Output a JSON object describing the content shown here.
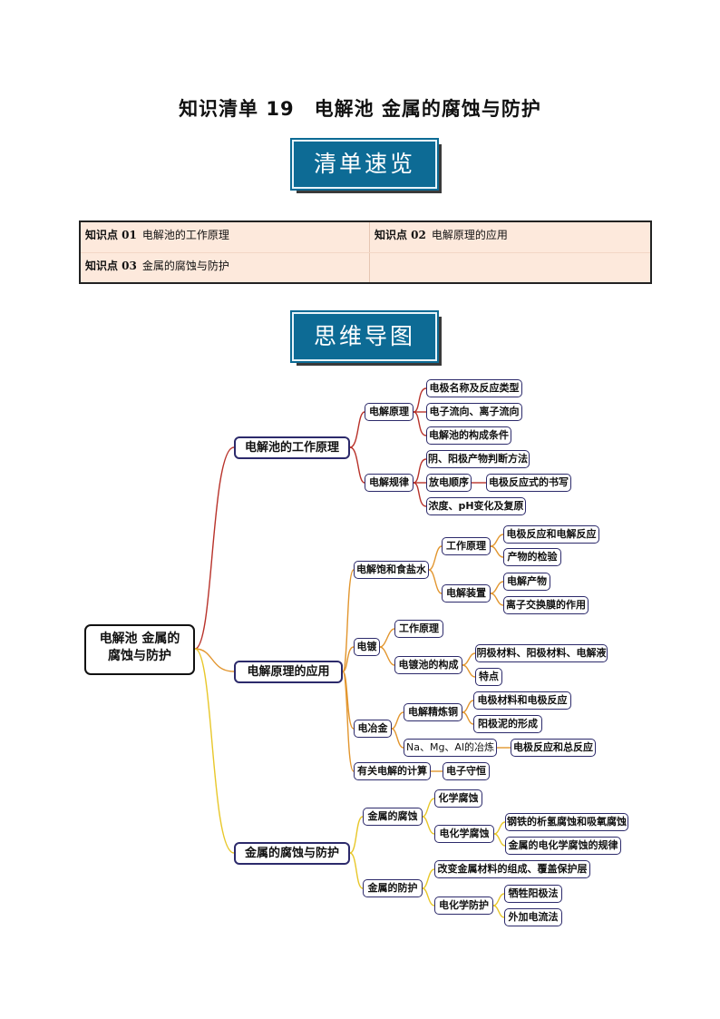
{
  "title": "知识清单 19　电解池  金属的腐蚀与防护",
  "banner_overview": "清单速览",
  "banner_mindmap": "思维导图",
  "knowledge_points": [
    {
      "num": "知识点 01",
      "label": "电解池的工作原理"
    },
    {
      "num": "知识点 02",
      "label": "电解原理的应用"
    },
    {
      "num": "知识点 03",
      "label": "金属的腐蚀与防护"
    }
  ],
  "mindmap": {
    "root_line1": "电解池 金属的",
    "root_line2": "腐蚀与防护",
    "b1": "电解池的工作原理",
    "b1_1": "电解原理",
    "b1_1_1": "电极名称及反应类型",
    "b1_1_2": "电子流向、离子流向",
    "b1_1_3": "电解池的构成条件",
    "b1_2": "电解规律",
    "b1_2_1": "阴、阳极产物判断方法",
    "b1_2_2": "放电顺序",
    "b1_2_2_1": "电极反应式的书写",
    "b1_2_3": "浓度、pH变化及复原",
    "b2": "电解原理的应用",
    "b2_1": "电解饱和食盐水",
    "b2_1_1": "工作原理",
    "b2_1_1_1": "电极反应和电解反应",
    "b2_1_1_2": "产物的检验",
    "b2_1_2": "电解装置",
    "b2_1_2_1": "电解产物",
    "b2_1_2_2": "离子交换膜的作用",
    "b2_2": "电镀",
    "b2_2_1": "工作原理",
    "b2_2_2": "电镀池的构成",
    "b2_2_2_1": "阴极材料、阳极材料、电解液",
    "b2_2_2_2": "特点",
    "b2_3": "电冶金",
    "b2_3_1": "电解精炼铜",
    "b2_3_1_1": "电极材料和电极反应",
    "b2_3_1_2": "阳极泥的形成",
    "b2_3_2": "Na、Mg、Al的冶炼",
    "b2_3_2_1": "电极反应和总反应",
    "b2_4": "有关电解的计算",
    "b2_4_1": "电子守恒",
    "b3": "金属的腐蚀与防护",
    "b3_1": "金属的腐蚀",
    "b3_1_1": "化学腐蚀",
    "b3_1_2": "电化学腐蚀",
    "b3_1_2_1": "钢铁的析氢腐蚀和吸氧腐蚀",
    "b3_1_2_2": "金属的电化学腐蚀的规律",
    "b3_2": "金属的防护",
    "b3_2_1": "改变金属材料的组成、覆盖保护层",
    "b3_2_2": "电化学防护",
    "b3_2_2_1": "牺牲阳极法",
    "b3_2_2_2": "外加电流法"
  },
  "colors": {
    "banner": "#0d6b95",
    "table_bg": "#fde9dc",
    "branch1": "#b8322a",
    "branch2": "#e2962f",
    "branch3": "#e8c72a",
    "node_border": "#2c2a6b"
  }
}
